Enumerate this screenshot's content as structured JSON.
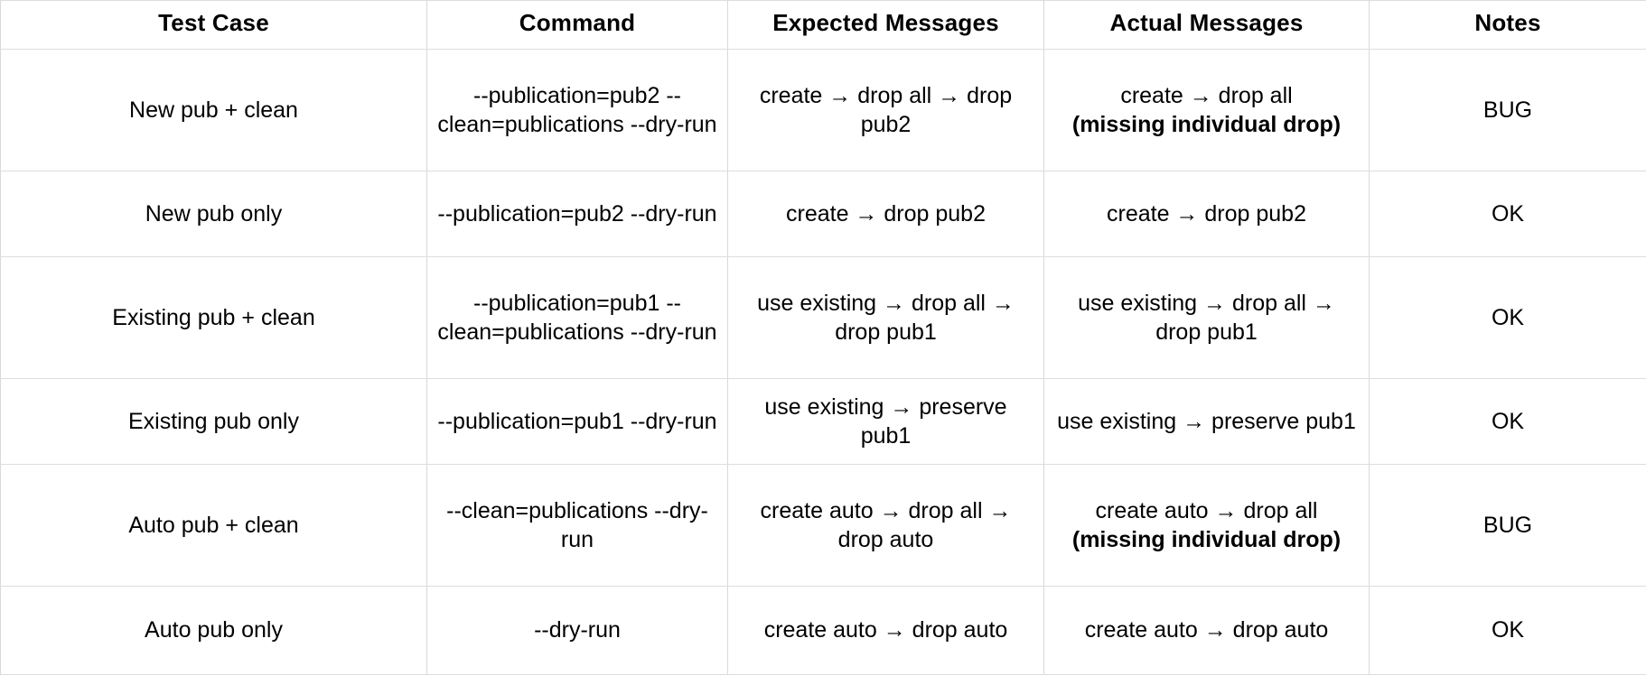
{
  "table": {
    "columns": [
      {
        "key": "test_case",
        "label": "Test Case"
      },
      {
        "key": "command",
        "label": "Command"
      },
      {
        "key": "expected",
        "label": "Expected Messages"
      },
      {
        "key": "actual",
        "label": "Actual Messages"
      },
      {
        "key": "notes",
        "label": "Notes"
      }
    ],
    "rows": [
      {
        "test_case": "New pub + clean",
        "command": "--publication=pub2 --clean=publications --dry-run",
        "expected": "create → drop all → drop pub2",
        "actual_plain": "create → drop all",
        "actual_bold": "(missing individual drop)",
        "notes": "BUG"
      },
      {
        "test_case": "New pub only",
        "command": "--publication=pub2 --dry-run",
        "expected": "create → drop pub2",
        "actual_plain": "create → drop pub2",
        "actual_bold": "",
        "notes": "OK"
      },
      {
        "test_case": "Existing pub + clean",
        "command": "--publication=pub1 --clean=publications --dry-run",
        "expected": "use existing → drop all → drop pub1",
        "actual_plain": "use existing → drop all → drop pub1",
        "actual_bold": "",
        "notes": "OK"
      },
      {
        "test_case": "Existing pub only",
        "command": "--publication=pub1 --dry-run",
        "expected": "use existing → preserve pub1",
        "actual_plain": "use existing → preserve pub1",
        "actual_bold": "",
        "notes": "OK"
      },
      {
        "test_case": "Auto pub + clean",
        "command": "--clean=publications --dry-run",
        "expected": "create auto → drop all → drop auto",
        "actual_plain": "create auto → drop all",
        "actual_bold": "(missing individual drop)",
        "notes": "BUG"
      },
      {
        "test_case": "Auto pub only",
        "command": "--dry-run",
        "expected": "create auto → drop auto",
        "actual_plain": "create auto → drop auto",
        "actual_bold": "",
        "notes": "OK"
      }
    ]
  },
  "colors": {
    "background": "#ffffff",
    "text": "#000000",
    "border": "#d9d9d9"
  }
}
